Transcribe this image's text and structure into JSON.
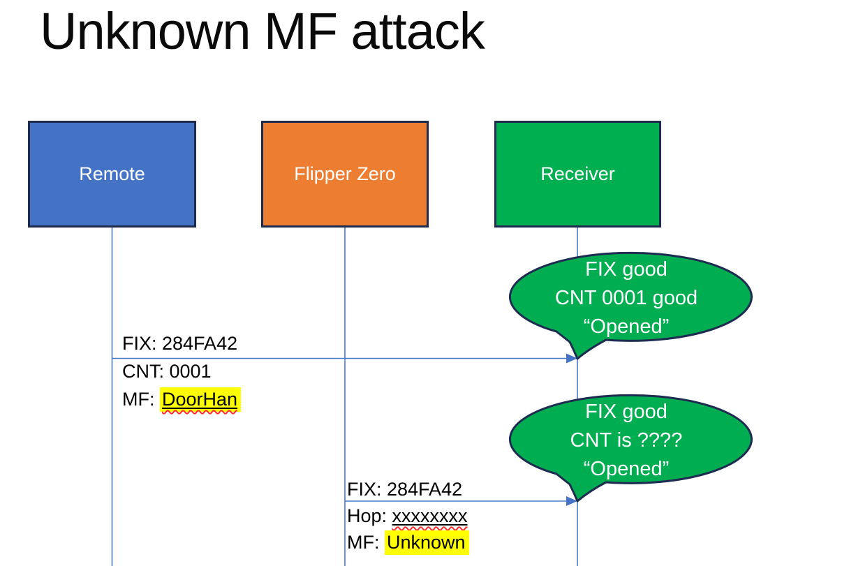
{
  "slide": {
    "title": "Unknown MF attack"
  },
  "actors": [
    {
      "id": "remote",
      "label": "Remote",
      "fill": "#4472C4"
    },
    {
      "id": "flipper-zero",
      "label": "Flipper Zero",
      "fill": "#ED7D31"
    },
    {
      "id": "receiver",
      "label": "Receiver",
      "fill": "#00B050"
    }
  ],
  "messages": [
    {
      "from": "Remote",
      "to": "Receiver",
      "lines": [
        {
          "pre": "FIX: 284FA42",
          "mark": ""
        },
        {
          "pre": "CNT: 0001",
          "mark": ""
        },
        {
          "pre": "MF: ",
          "mark": "DoorHan"
        }
      ]
    },
    {
      "from": "Flipper Zero",
      "to": "Receiver",
      "lines": [
        {
          "pre": "FIX: 284FA42",
          "mark": ""
        },
        {
          "pre": "Hop: ",
          "mark": "xxxxxxxx"
        },
        {
          "pre": "MF: ",
          "mark": "Unknown"
        }
      ]
    }
  ],
  "callouts": [
    {
      "speaker": "Receiver",
      "lines": [
        "FIX good",
        "CNT 0001 good",
        "“Opened”"
      ]
    },
    {
      "speaker": "Receiver",
      "lines": [
        "FIX good",
        "CNT is ????",
        "“Opened”"
      ]
    }
  ],
  "colors": {
    "actor_border": "#1C2B4E",
    "connector_blue": "#4472C4",
    "callout_fill": "#00AD50",
    "callout_border": "#1D2C50",
    "highlight_yellow": "#FFFF00",
    "misspell_red": "#FF2B2B",
    "text_black": "#000000",
    "text_white": "#FFFFFF"
  }
}
